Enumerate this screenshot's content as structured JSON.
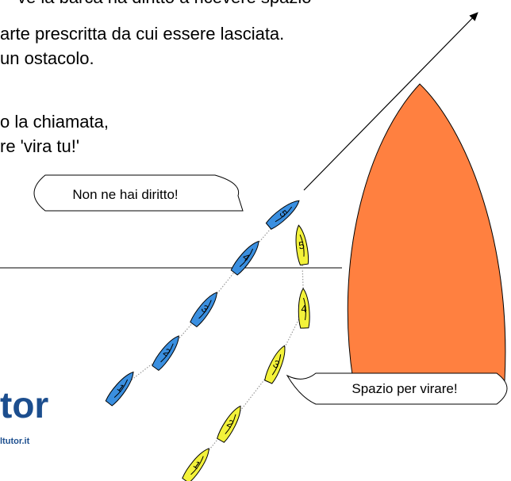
{
  "rule_text": {
    "line_top": "ve la barca ha diritto a ricevere spazio",
    "line_1": "arte prescritta da cui essere lasciata.",
    "line_2": "un ostacolo.",
    "line_3": "o la chiamata,",
    "line_4": "re 'vira tu!'"
  },
  "bubbles": {
    "blue_reply": "Non ne hai diritto!",
    "yellow_call": "Spazio per virare!"
  },
  "boats": {
    "blue": {
      "color": "#3a8fe0",
      "numbers": [
        "1",
        "2",
        "3",
        "4",
        "5"
      ]
    },
    "yellow": {
      "color": "#f3f23a",
      "numbers": [
        "1",
        "2",
        "3",
        "4",
        "5"
      ]
    }
  },
  "obstacle": {
    "color": "#ff8040"
  },
  "logo": {
    "big": "tor",
    "small": "ltutor.it",
    "color": "#1c4e8e"
  }
}
